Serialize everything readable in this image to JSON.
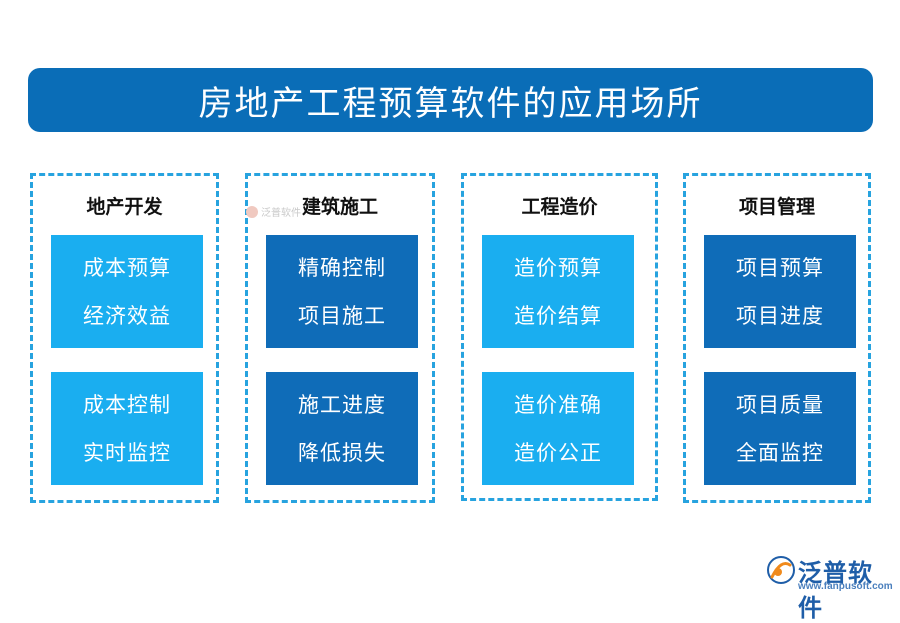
{
  "title": "房地产工程预算软件的应用场所",
  "columns": [
    {
      "heading": "地产开发",
      "boxes": [
        {
          "lines": [
            "成本预算",
            "经济效益"
          ],
          "tone": "light"
        },
        {
          "lines": [
            "成本控制",
            "实时监控"
          ],
          "tone": "light"
        }
      ]
    },
    {
      "heading": "建筑施工",
      "boxes": [
        {
          "lines": [
            "精确控制",
            "项目施工"
          ],
          "tone": "dark"
        },
        {
          "lines": [
            "施工进度",
            "降低损失"
          ],
          "tone": "dark"
        }
      ]
    },
    {
      "heading": "工程造价",
      "boxes": [
        {
          "lines": [
            "造价预算",
            "造价结算"
          ],
          "tone": "light"
        },
        {
          "lines": [
            "造价准确",
            "造价公正"
          ],
          "tone": "light"
        }
      ]
    },
    {
      "heading": "项目管理",
      "boxes": [
        {
          "lines": [
            "项目预算",
            "项目进度"
          ],
          "tone": "dark"
        },
        {
          "lines": [
            "项目质量",
            "全面监控"
          ],
          "tone": "dark"
        }
      ]
    }
  ],
  "watermark": {
    "text": "泛普软件"
  },
  "logo": {
    "name": "泛普软件",
    "url": "www.fanpusoft.com"
  },
  "colors": {
    "title_bg": "#0a6db7",
    "light_box": "#1aaef0",
    "dark_box": "#0f6cb8",
    "dashed_border": "#27a3df"
  }
}
